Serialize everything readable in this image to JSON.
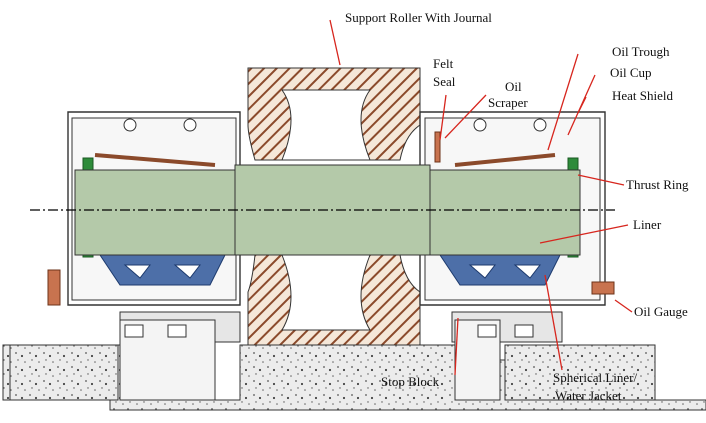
{
  "labels": {
    "support_roller": "Support Roller With Journal",
    "felt_seal_1": "Felt",
    "felt_seal_2": "Seal",
    "oil_scraper_1": "Oil",
    "oil_scraper_2": "Scraper",
    "oil_trough": "Oil Trough",
    "oil_cup": "Oil Cup",
    "heat_shield": "Heat Shield",
    "thrust_ring": "Thrust Ring",
    "liner": "Liner",
    "oil_gauge": "Oil Gauge",
    "stop_block": "Stop Block",
    "spherical_liner_1": "Spherical Liner/",
    "spherical_liner_2": "Water Jacket"
  },
  "colors": {
    "shaft": "#b4c9a9",
    "roller_hatch": "#8b4a2b",
    "liner": "#4d6fa8",
    "seal_green": "#2e8b3a",
    "leader": "#d7261e",
    "housing_fill": "#f2f2f2",
    "concrete": "#e4e4e4"
  }
}
